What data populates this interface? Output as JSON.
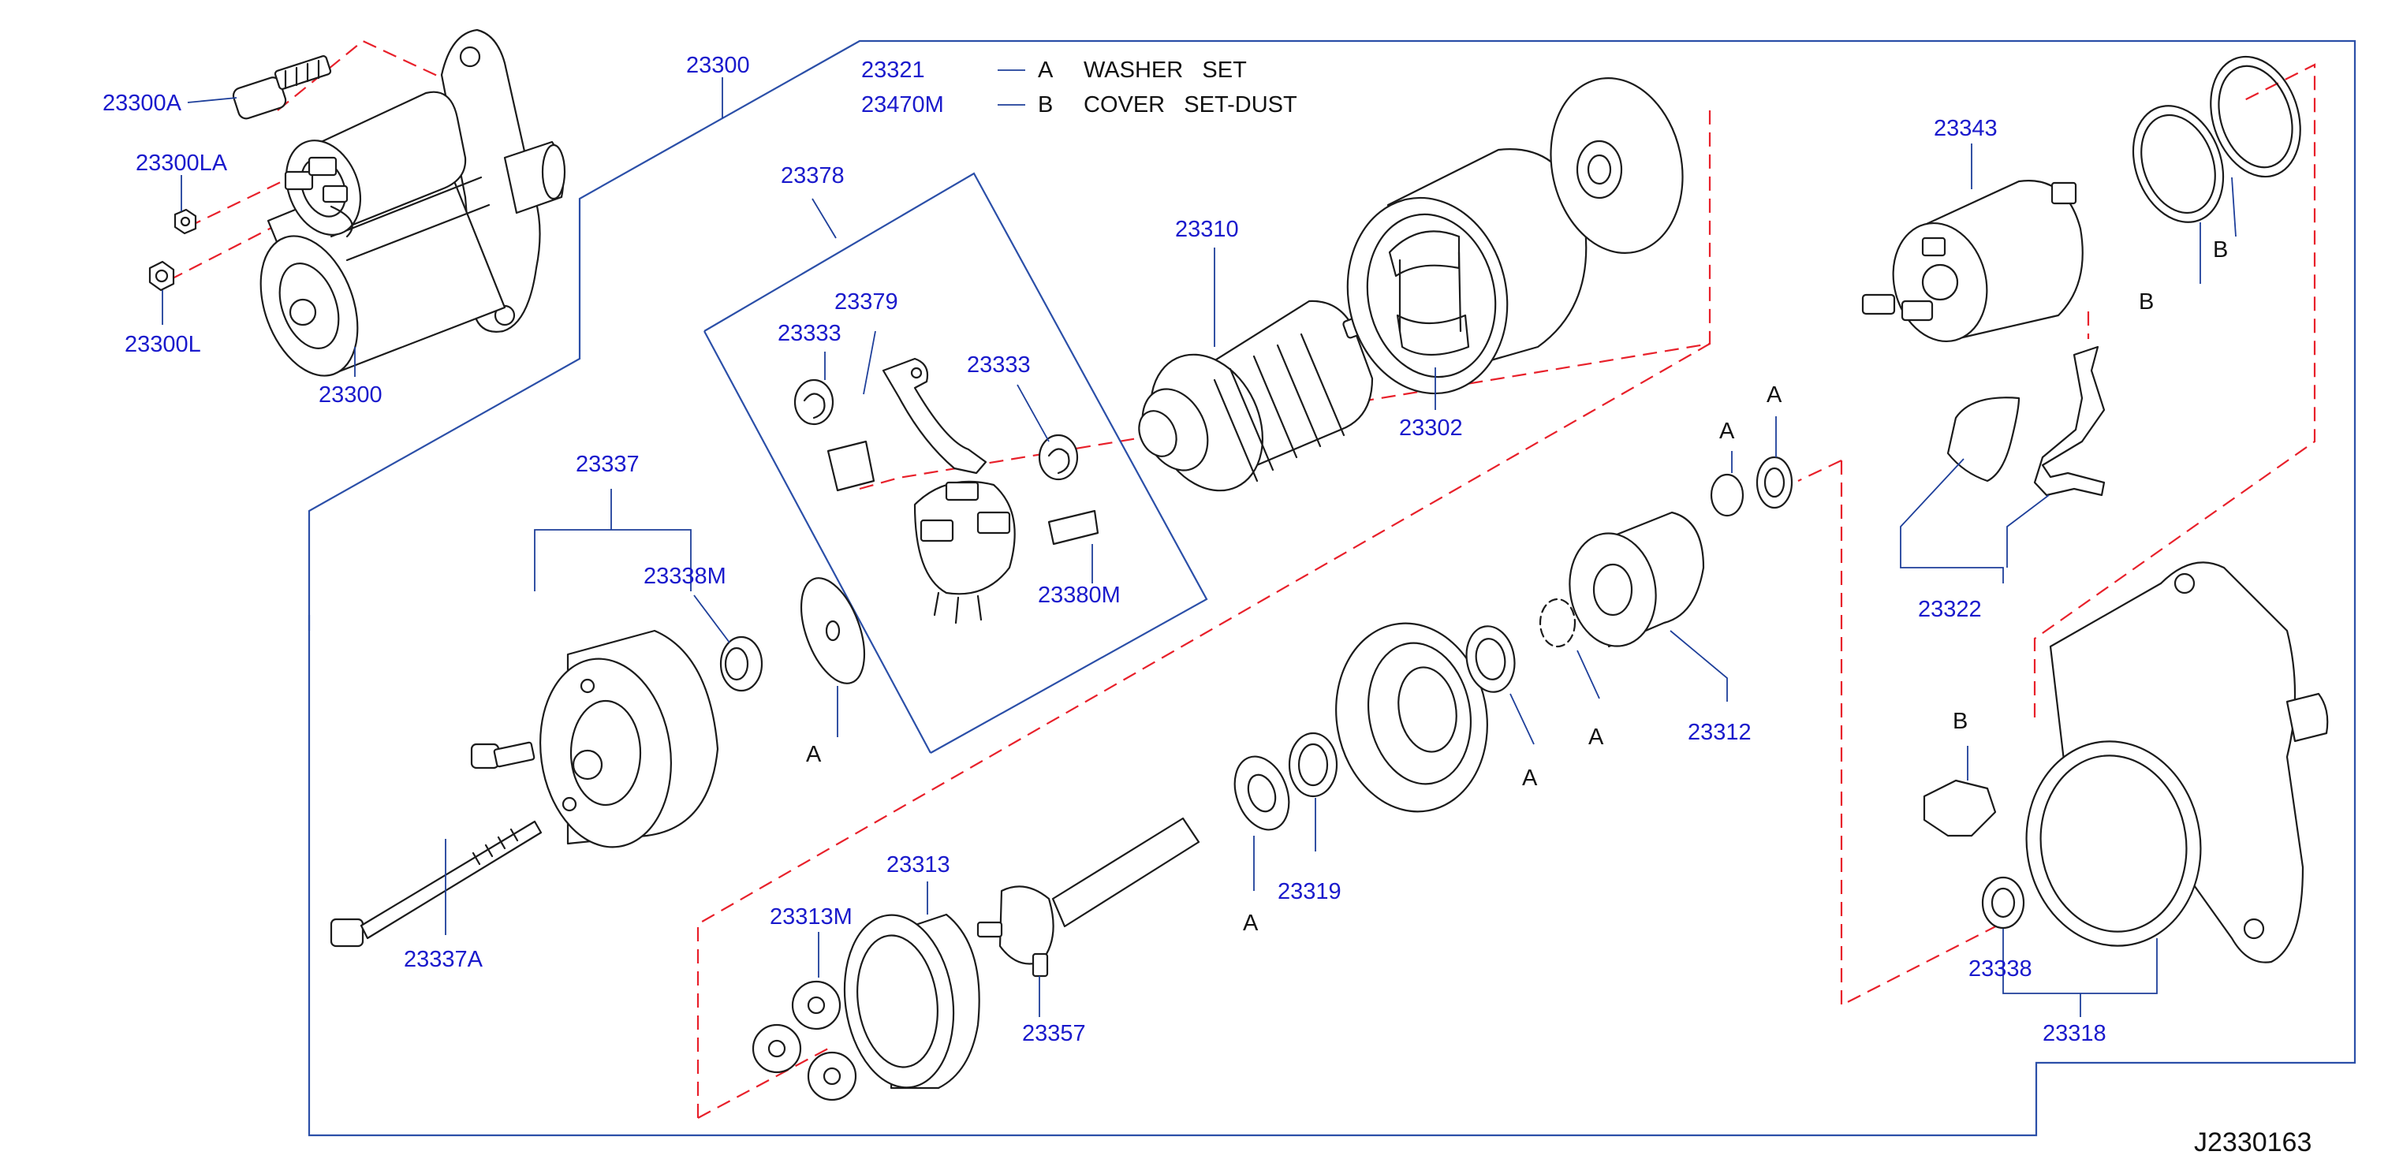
{
  "diagram_code": "J2330163",
  "legend": [
    {
      "part": "23321",
      "letter": "A",
      "description": "WASHER   SET"
    },
    {
      "part": "23470M",
      "letter": "B",
      "description": "COVER   SET-DUST"
    }
  ],
  "part_labels": {
    "p23300A": "23300A",
    "p23300LA": "23300LA",
    "p23300L": "23300L",
    "p23300_top": "23300",
    "p23300_main": "23300",
    "p23378": "23378",
    "p23379": "23379",
    "p23333_left": "23333",
    "p23333_right": "23333",
    "p23380M": "23380M",
    "p23310": "23310",
    "p23302": "23302",
    "p23343": "23343",
    "p23337": "23337",
    "p23338M": "23338M",
    "p23337A": "23337A",
    "p23313": "23313",
    "p23313M": "23313M",
    "p23357": "23357",
    "p23319": "23319",
    "p23312": "23312",
    "p23322": "23322",
    "p23338": "23338",
    "p23318": "23318"
  },
  "letter_callouts": {
    "b_ring_outer": "B",
    "b_ring_inner": "B",
    "b_cover": "B",
    "a_bearing_left": "A",
    "a_washer_top": "A",
    "a_washer_mid": "A",
    "a_washer_low": "A",
    "a_clip": "A",
    "a_shaft": "A"
  }
}
